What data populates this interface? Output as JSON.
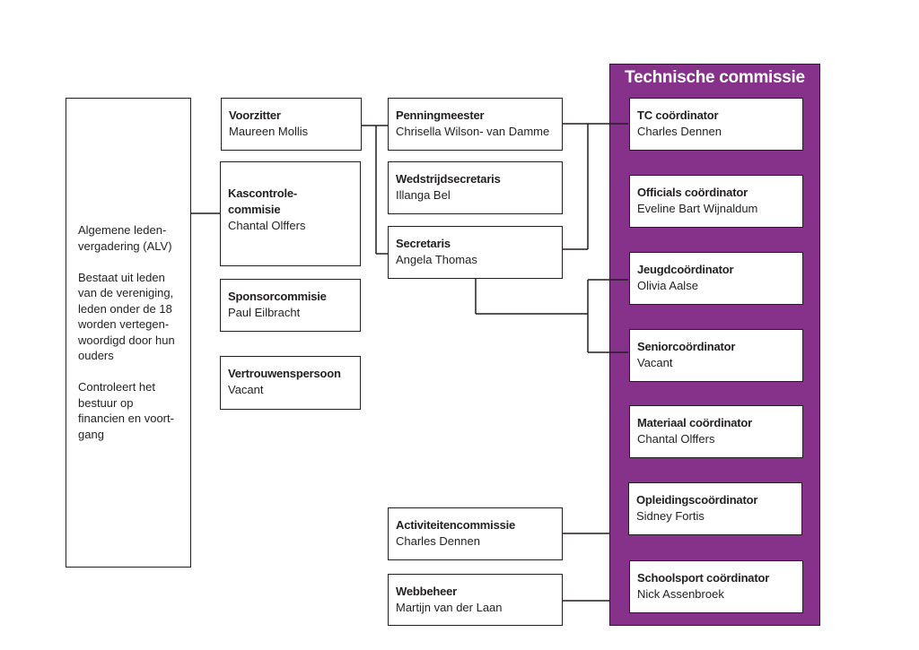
{
  "alv": {
    "title": "Algemene leden-\nvergadering (ALV)",
    "composition": "Bestaat uit leden\nvan de vereniging,\nleden onder de 18\nworden vertegen-\nwoordigd door hun\nouders",
    "control": "Controleert het\nbestuur op\nfinancien en voort-\ngang"
  },
  "board_left": [
    {
      "name": "Voorzitter",
      "person": "Maureen Mollis"
    },
    {
      "name": "Kascontrole-\ncommisie",
      "person": "Chantal Olffers"
    },
    {
      "name": "Sponsorcommisie",
      "person": "Paul Eilbracht"
    },
    {
      "name": "Vertrouwenspersoon",
      "person": "Vacant"
    }
  ],
  "board_middle": [
    {
      "name": "Penningmeester",
      "person": "Chrisella Wilson- van Damme"
    },
    {
      "name": "Wedstrijdsecretaris",
      "person": "Illanga Bel"
    },
    {
      "name": "Secretaris",
      "person": "Angela Thomas"
    },
    {
      "name": "Activiteitencommissie",
      "person": "Charles Dennen"
    },
    {
      "name": "Webbeheer",
      "person": "Martijn van der Laan"
    }
  ],
  "technical_committee": {
    "title": "Technische commissie",
    "color": "#86318a",
    "members": [
      {
        "name": "TC coördinator",
        "person": "Charles Dennen"
      },
      {
        "name": "Officials coördinator",
        "person": "Eveline Bart Wijnaldum"
      },
      {
        "name": "Jeugdcoördinator",
        "person": "Olivia Aalse"
      },
      {
        "name": "Seniorcoördinator",
        "person": "Vacant"
      },
      {
        "name": "Materiaal coördinator",
        "person": "Chantal Olffers"
      },
      {
        "name": "Opleidingscoördinator",
        "person": "Sidney Fortis"
      },
      {
        "name": "Schoolsport coördinator",
        "person": "Nick Assenbroek"
      }
    ]
  }
}
